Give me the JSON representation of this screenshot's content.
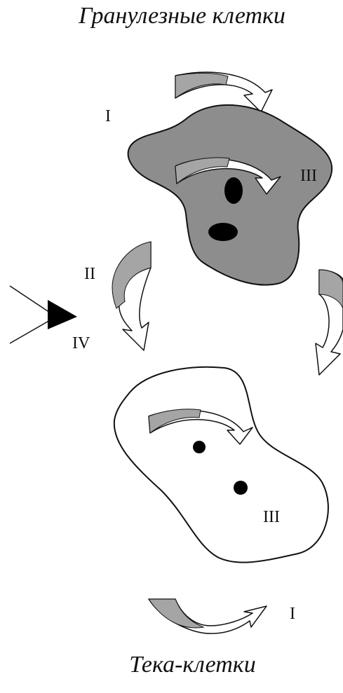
{
  "titles": {
    "top": "Гранулезные клетки",
    "bottom": "Тека-клетки"
  },
  "labels": {
    "i_top": "I",
    "iii_top": "III",
    "ii": "II",
    "iv": "IV",
    "iii_bottom": "III",
    "i_bottom": "I"
  },
  "colors": {
    "cell_fill": "#8d8d8d",
    "arrow_fill": "#a5a5a5",
    "ink": "#111111"
  }
}
